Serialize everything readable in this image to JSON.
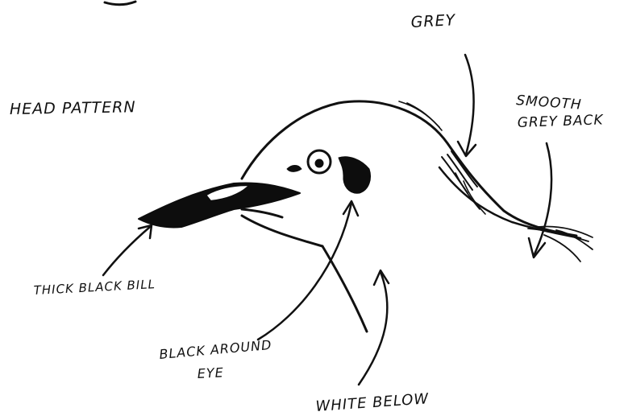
{
  "labels": {
    "head_pattern": "HEAD PATTERN",
    "grey": "GREY",
    "smooth_grey_back_line1": "SMOOTH",
    "smooth_grey_back_line2": "GREY BACK",
    "thick_black_bill": "THICK BLACK BILL",
    "black_around_eye_line1": "BLACK AROUND",
    "black_around_eye_line2": "EYE",
    "white_below": "WHITE BELOW"
  },
  "colors": {
    "ink": "#111111",
    "paper": "#ffffff"
  }
}
